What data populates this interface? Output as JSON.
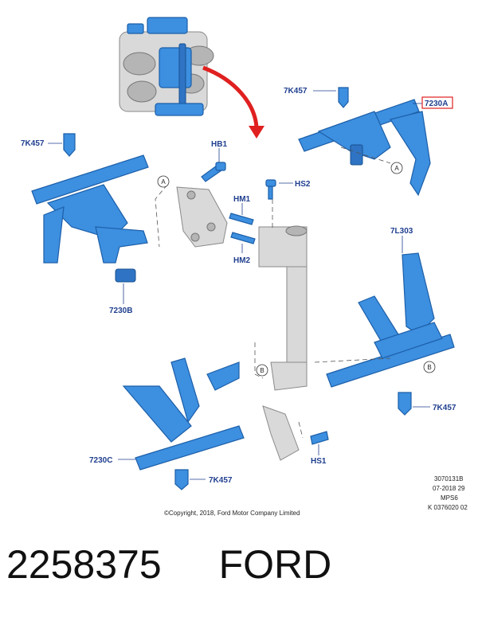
{
  "callouts": {
    "k457_top": "7K457",
    "k7230a": "7230A",
    "k457_left": "7K457",
    "hb1": "HB1",
    "hs2": "HS2",
    "hm1": "HM1",
    "hm2": "HM2",
    "k7230b": "7230B",
    "k7l303": "7L303",
    "k457_right": "7K457",
    "k7230c": "7230C",
    "k457_bottom": "7K457",
    "hs1": "HS1"
  },
  "ref_tags": {
    "a_top": "A",
    "a_left": "A",
    "b_right": "B",
    "b_center": "B"
  },
  "copyright": "©Copyright, 2018, Ford Motor Company Limited",
  "drawing_info": [
    "3070131B",
    "07-2018 29",
    "MPS6",
    "K 0376020 02"
  ],
  "part_number": "2258375",
  "brand": "FORD",
  "colors": {
    "part_blue": "#3d8fe0",
    "highlight_red": "#e02020",
    "callout_blue": "#1f3f8f"
  }
}
